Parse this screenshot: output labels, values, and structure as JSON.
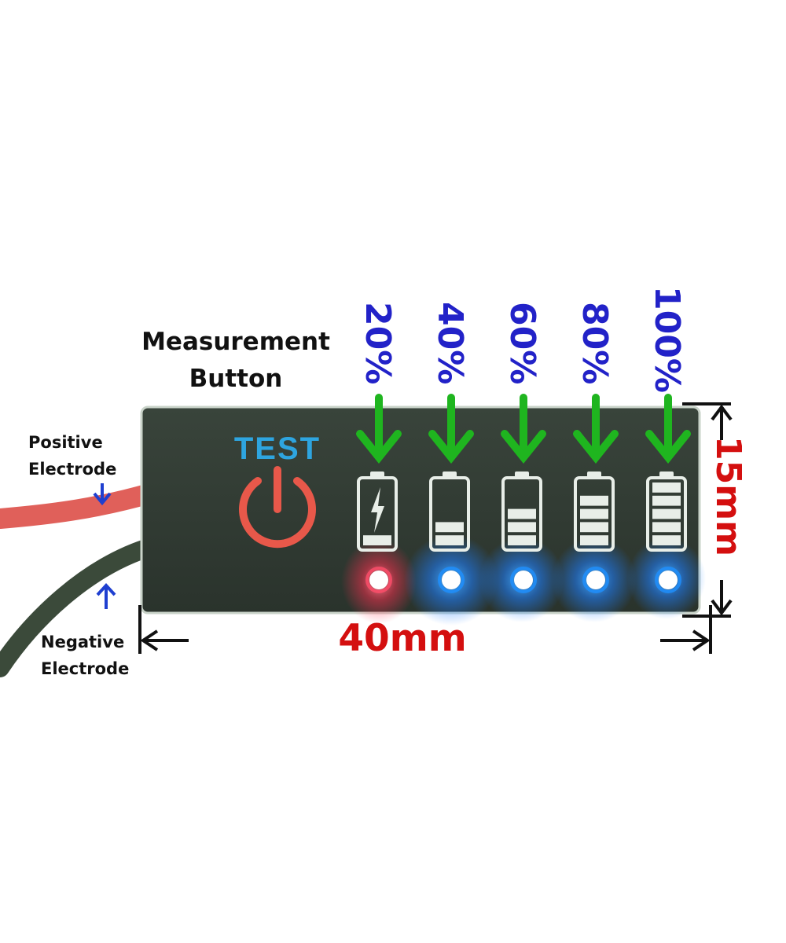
{
  "labels": {
    "measurement_line1": "Measurement",
    "measurement_line2": "Button",
    "positive_line1": "Positive",
    "positive_line2": "Electrode",
    "negative_line1": "Negative",
    "negative_line2": "Electrode",
    "test": "TEST",
    "width_dim": "40mm",
    "height_dim": "15mm"
  },
  "levels": [
    {
      "label": "20%",
      "fill": 0.2,
      "led": "red"
    },
    {
      "label": "40%",
      "fill": 0.4,
      "led": "blue"
    },
    {
      "label": "60%",
      "fill": 0.6,
      "led": "blue"
    },
    {
      "label": "80%",
      "fill": 0.8,
      "led": "blue"
    },
    {
      "label": "100%",
      "fill": 1.0,
      "led": "blue"
    }
  ],
  "colors": {
    "board": "#2f3a33",
    "percent_text": "#2222c8",
    "dimension_text": "#d40f0f",
    "arrow": "#1fb51f",
    "test_text": "#2ea5e0",
    "power_icon": "#e8584a",
    "led_red": "#ff4d6a",
    "led_blue": "#1e90ff",
    "wire_positive": "#e0605a",
    "wire_negative": "#3b4a3a"
  },
  "icons": {
    "power": "power-icon",
    "charging": "lightning-icon",
    "arrow": "arrow-down-icon"
  }
}
